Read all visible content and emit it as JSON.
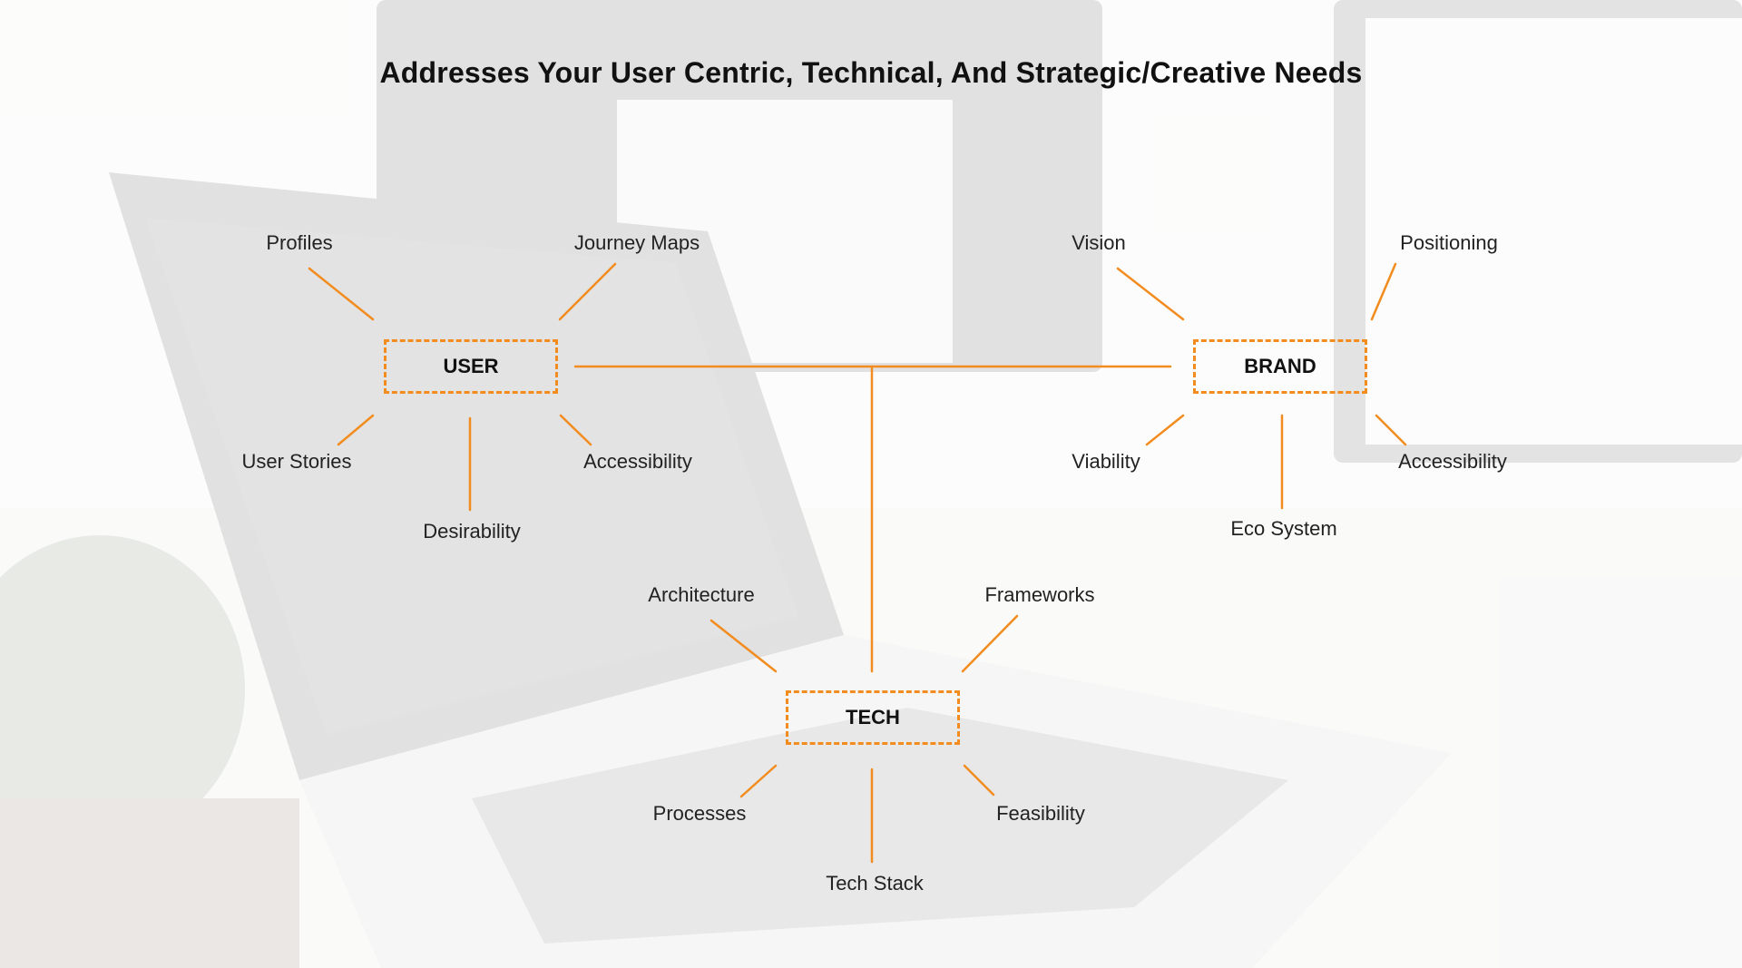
{
  "title": "Addresses Your User Centric, Technical, And Strategic/Creative Needs",
  "colors": {
    "accent": "#f28c1e",
    "text": "#111111",
    "label_text": "#222222"
  },
  "hubs": {
    "user": "USER",
    "brand": "BRAND",
    "tech": "TECH"
  },
  "user_items": {
    "profiles": "Profiles",
    "journey_maps": "Journey Maps",
    "user_stories": "User Stories",
    "desirability": "Desirability",
    "accessibility": "Accessibility"
  },
  "brand_items": {
    "vision": "Vision",
    "positioning": "Positioning",
    "viability": "Viability",
    "eco_system": "Eco System",
    "accessibility": "Accessibility"
  },
  "tech_items": {
    "architecture": "Architecture",
    "frameworks": "Frameworks",
    "processes": "Processes",
    "tech_stack": "Tech Stack",
    "feasibility": "Feasibility"
  }
}
